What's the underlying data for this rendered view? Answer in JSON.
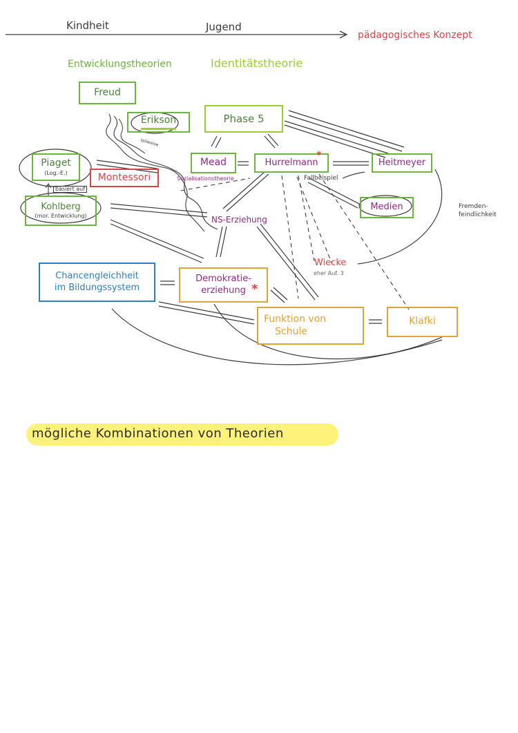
{
  "colors": {
    "ink": "#3a3a3a",
    "green": "#6cb33f",
    "purple": "#8e2a82",
    "red": "#d9434a",
    "blue": "#2d7dc3",
    "orange": "#e2a23a",
    "highlight": "#fff27a"
  },
  "header": {
    "kindheit": "Kindheit",
    "jugend": "Jugend",
    "konzept": "pädagogisches Konzept"
  },
  "categories": {
    "entwicklung": "Entwicklungstheorien",
    "identitaet": "Identitätstheorie"
  },
  "nodes": {
    "freud": "Freud",
    "erikson": "Erikson",
    "phase5": "Phase 5",
    "piaget": "Piaget",
    "piaget_sub": "(Log.-E.)",
    "montessori": "Montessori",
    "mead": "Mead",
    "hurrelmann": "Hurrelmann",
    "heitmeyer": "Heitmeyer",
    "kohlberg": "Kohlberg",
    "kohlberg_sub": "(mor. Entwicklung)",
    "medien": "Medien",
    "chancen_line1": "Chancengleichheit",
    "chancen_line2": "im Bildungssystem",
    "demokratie_line1": "Demokratie-",
    "demokratie_line2": "erziehung",
    "funktion_line1": "Funktion von",
    "funktion_line2": "Schule",
    "klafki": "Klafki",
    "ns": "NS-Erziehung",
    "wiecke": "Wiecke",
    "wiecke_sub": "eher Auf. 3"
  },
  "annotations": {
    "basiert": "basiert auf",
    "sozialisation": "Sozialisationstheorie",
    "fallbeispiel": "Fallbeispiel",
    "fremden_line1": "Fremden-",
    "fremden_line2": "feindlichkeit",
    "asterisk": "*",
    "scribble": "teilweise"
  },
  "footer": {
    "title": "mögliche Kombinationen von Theorien"
  }
}
